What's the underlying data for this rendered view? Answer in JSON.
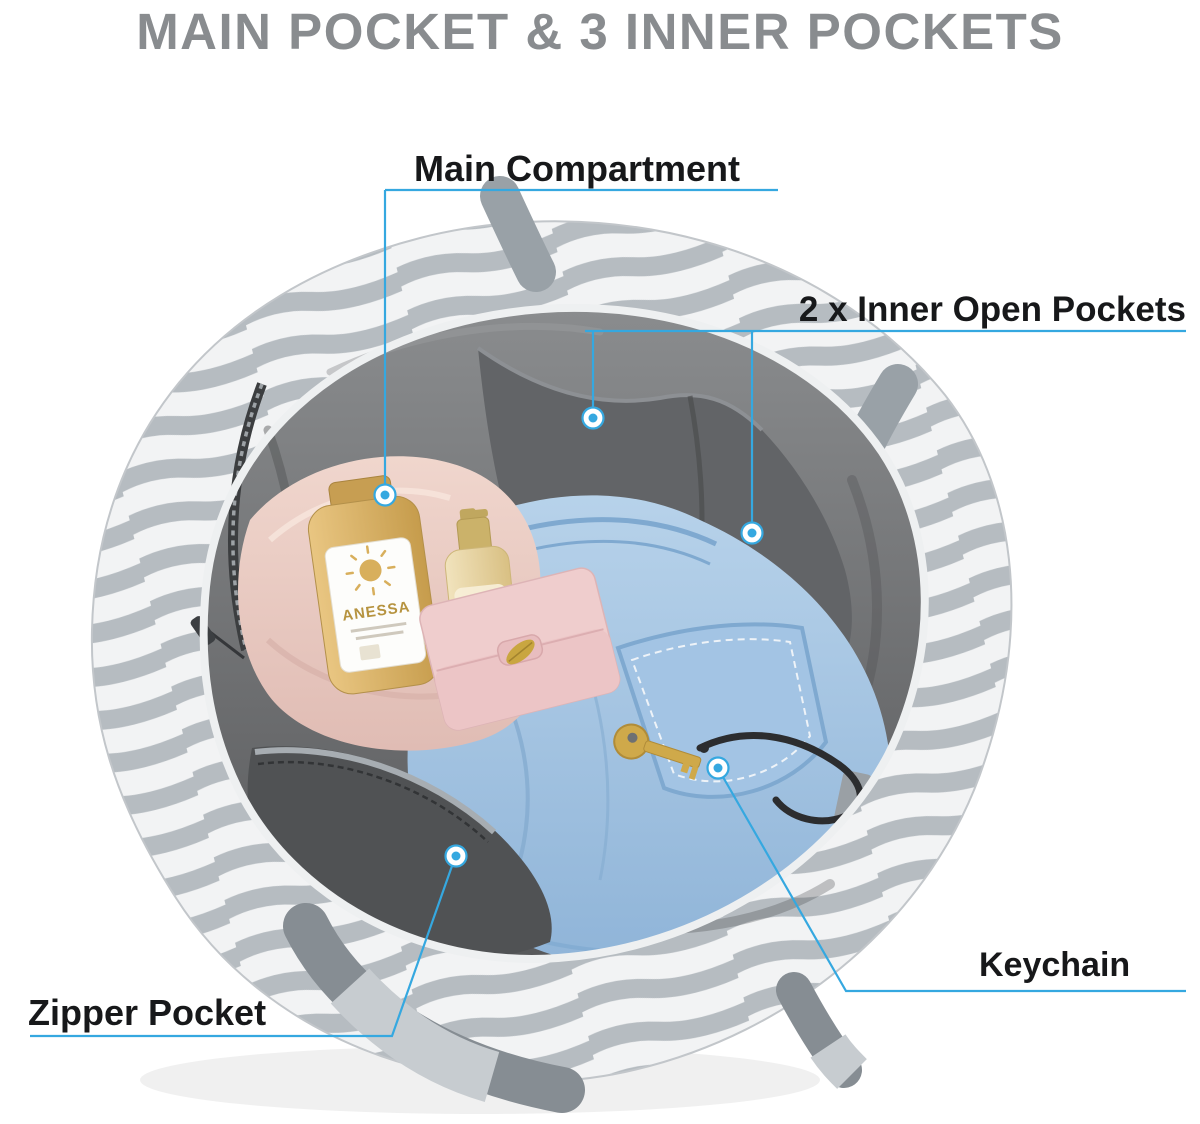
{
  "title": "MAIN POCKET & 3 INNER POCKETS",
  "callouts": {
    "main_compartment": {
      "label": "Main Compartment"
    },
    "inner_open_pockets": {
      "label": "2 x Inner Open Pockets"
    },
    "zipper_pocket": {
      "label": "Zipper Pocket"
    },
    "keychain": {
      "label": "Keychain"
    }
  },
  "bag_items": {
    "sunscreen_brand": "ANESSA"
  },
  "colors": {
    "accent_blue": "#35A8E0",
    "title_gray": "#898C8F",
    "label_black": "#17181A",
    "bag_stripe_gray": "#B6BCC1",
    "lining_gray": "#5A5C5E"
  }
}
